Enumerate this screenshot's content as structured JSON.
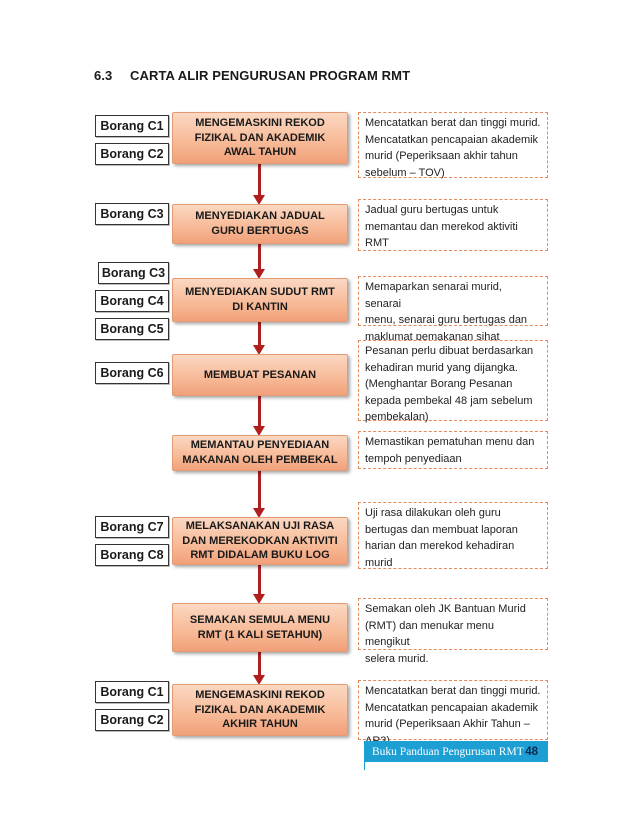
{
  "heading": {
    "number": "6.3",
    "title": "CARTA ALIR PENGURUSAN PROGRAM RMT"
  },
  "forms": [
    "Borang C1",
    "Borang C2",
    "Borang C3",
    "Borang C3",
    "Borang C4",
    "Borang C5",
    "Borang C6",
    "Borang C7",
    "Borang C8",
    "Borang C1",
    "Borang C2"
  ],
  "steps": [
    "MENGEMASKINI REKOD\nFIZIKAL DAN AKADEMIK\nAWAL TAHUN",
    "MENYEDIAKAN JADUAL\nGURU BERTUGAS",
    "MENYEDIAKAN SUDUT RMT\nDI KANTIN",
    "MEMBUAT PESANAN",
    "MEMANTAU PENYEDIAAN\nMAKANAN OLEH PEMBEKAL",
    "MELAKSANAKAN UJI RASA\nDAN MEREKODKAN AKTIVITI\nRMT DIDALAM BUKU LOG",
    "SEMAKAN SEMULA MENU\nRMT (1 KALI SETAHUN)",
    "MENGEMASKINI REKOD\nFIZIKAL DAN AKADEMIK\nAKHIR TAHUN"
  ],
  "notes": [
    "Mencatatkan berat dan tinggi murid.\nMencatatkan pencapaian akademik\nmurid (Peperiksaan akhir tahun\nsebelum – TOV)",
    "Jadual guru bertugas untuk\nmemantau dan merekod aktiviti\nRMT",
    "Memaparkan senarai murid, senarai\nmenu, senarai guru bertugas dan\nmaklumat pemakanan sihat",
    "Pesanan perlu dibuat berdasarkan\nkehadiran murid yang dijangka.\n(Menghantar Borang Pesanan\nkepada pembekal 48 jam sebelum\npembekalan)",
    "Memastikan pematuhan menu dan\ntempoh penyediaan",
    "Uji rasa dilakukan oleh guru\nbertugas dan membuat laporan\nharian dan merekod kehadiran\nmurid",
    "Semakan oleh JK Bantuan Murid\n(RMT) dan menukar menu mengikut\nselera murid.",
    "Mencatatkan berat dan tinggi murid.\nMencatatkan pencapaian akademik\nmurid (Peperiksaan Akhir Tahun –\nAR3)"
  ],
  "footer": {
    "text": "Buku Panduan Pengurusan RMT",
    "page": "48"
  },
  "colors": {
    "arrow": "#b01e1e",
    "step_fill": "#f7b996",
    "note_border": "#e58a5a",
    "footer_bg": "#1d9fd4"
  }
}
